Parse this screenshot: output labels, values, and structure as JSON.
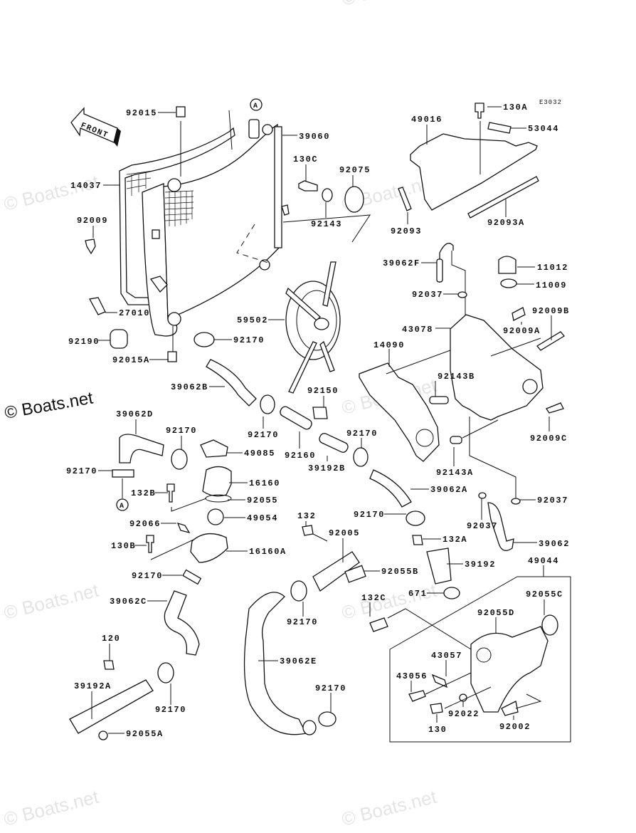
{
  "diagram_code": "E3032",
  "front_label": "FRONT",
  "callout_a": "A",
  "watermark": "© Boats.net",
  "labels": [
    "92015",
    "39060",
    "130C",
    "92075",
    "14037",
    "92009",
    "92143",
    "27010",
    "59502",
    "92190",
    "92170",
    "92015A",
    "130A",
    "53044",
    "49016",
    "92093A",
    "92093",
    "39062F",
    "92037",
    "11012",
    "11009",
    "92009B",
    "92009A",
    "43078",
    "14090",
    "92143B",
    "92009C",
    "92143A",
    "92170",
    "39062A",
    "92037",
    "92037",
    "39062",
    "92170",
    "132A",
    "39192",
    "92055B",
    "49044",
    "671",
    "92055C",
    "132C",
    "92055D",
    "43057",
    "43056",
    "92022",
    "130",
    "92002",
    "39062B",
    "92150",
    "39062D",
    "92170",
    "92170",
    "92160",
    "39192B",
    "49085",
    "92170",
    "16160",
    "132B",
    "92055",
    "49054",
    "92066",
    "130B",
    "16160A",
    "92170",
    "39062C",
    "132",
    "92005",
    "92170",
    "39062E",
    "92170",
    "120",
    "39192A",
    "92170",
    "92055A"
  ]
}
